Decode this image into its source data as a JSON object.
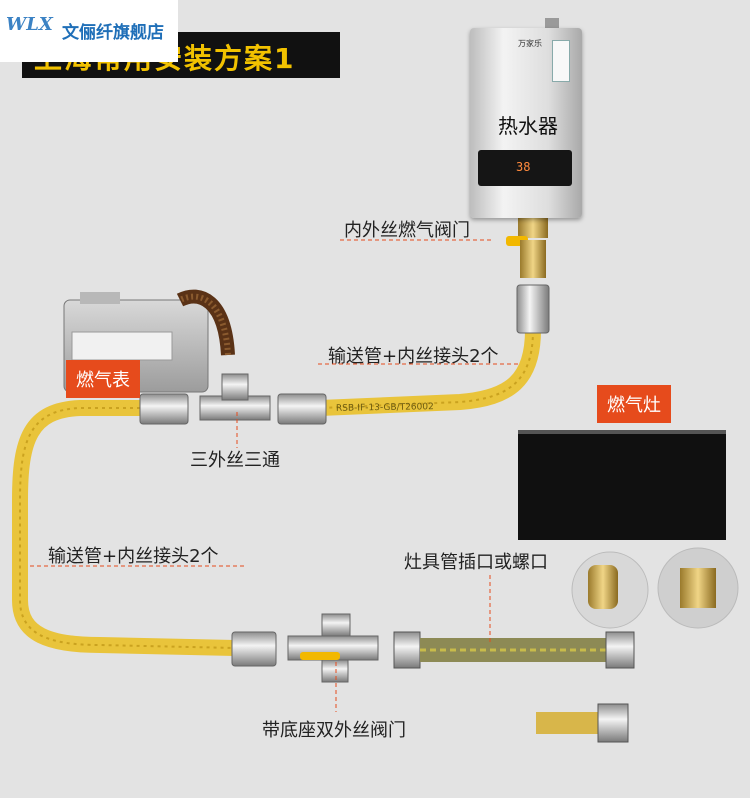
{
  "shop": {
    "logo": "WLX",
    "name": "文俪纤旗舰店"
  },
  "title": "上海常用安装方案1",
  "heater": {
    "brand": "万家乐",
    "label": "热水器",
    "display": "38"
  },
  "labels": {
    "gas_valve": "内外丝燃气阀门",
    "pipe_upper": "输送管+内丝接头2个",
    "gas_meter": "燃气表",
    "tee": "三外丝三通",
    "pipe_left": "输送管+内丝接头2个",
    "stove": "燃气灶",
    "stove_socket": "灶具管插口或螺口",
    "base_valve": "带底座双外丝阀门"
  },
  "pipe_print": "RSB-IF-13-GB/T26002",
  "colors": {
    "pipe_yellow": "#e9c43b",
    "tag_red": "#e64b1c",
    "title_yellow": "#f2c200",
    "steel": "#c9c9c9"
  }
}
